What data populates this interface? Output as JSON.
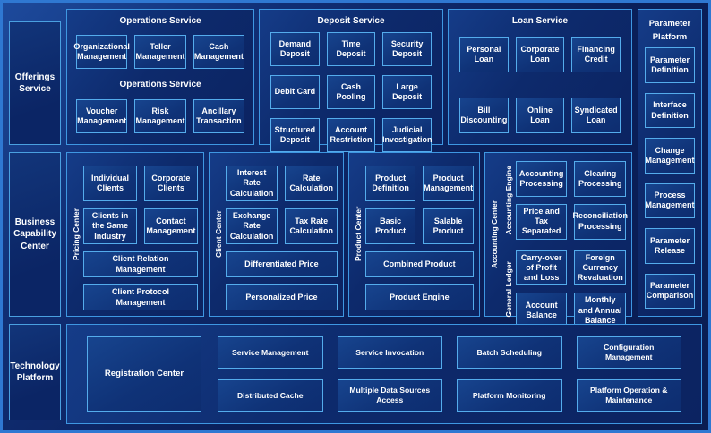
{
  "left_rail": {
    "offerings": "Offerings Service",
    "business": "Business Capability Center",
    "technology": "Technology Platform"
  },
  "top_band": {
    "operations": {
      "title": "Operations Service",
      "mid_label": "Operations Service",
      "row1": [
        "Organizational Management",
        "Teller Management",
        "Cash Management"
      ],
      "row2": [
        "Voucher Management",
        "Risk Management",
        "Ancillary Transaction"
      ]
    },
    "deposit": {
      "title": "Deposit Service",
      "items": [
        "Demand Deposit",
        "Time Deposit",
        "Security Deposit",
        "Debit Card",
        "Cash Pooling",
        "Large Deposit",
        "Structured Deposit",
        "Account Restriction",
        "Judicial Investigation"
      ]
    },
    "loan": {
      "title": "Loan Service",
      "row1": [
        "Personal Loan",
        "Corporate Loan",
        "Financing Credit"
      ],
      "row2": [
        "Bill Discounting",
        "Online Loan",
        "Syndicated Loan"
      ]
    }
  },
  "parameter_platform": {
    "title": "Parameter Platform",
    "items": [
      "Parameter Definition",
      "Interface Definition",
      "Change Management",
      "Process Management",
      "Parameter Release",
      "Parameter Comparison"
    ]
  },
  "middle_band": {
    "pricing_center": {
      "label": "Pricing Center",
      "small": [
        "Individual Clients",
        "Corporate Clients",
        "Clients in the Same Industry",
        "Contact Management"
      ],
      "wide": [
        "Client Relation Management",
        "Client Protocol Management"
      ]
    },
    "client_center": {
      "label": "Client Center",
      "small": [
        "Interest Rate Calculation",
        "Rate Calculation",
        "Exchange Rate Calculation",
        "Tax Rate Calculation"
      ],
      "wide": [
        "Differentiated Price",
        "Personalized Price"
      ]
    },
    "product_center": {
      "label": "Product Center",
      "small": [
        "Product Definition",
        "Product Management",
        "Basic Product",
        "Salable Product"
      ],
      "wide": [
        "Combined Product",
        "Product Engine"
      ]
    },
    "accounting_center": {
      "label": "Accounting Center",
      "groups": [
        {
          "label": "Accounting Engine",
          "items": [
            "Accounting Processing",
            "Clearing Processing",
            "Price and Tax Separated",
            "Reconciliation Processing"
          ]
        },
        {
          "label": "General Ledger",
          "items": [
            "Carry-over of Profit and Loss",
            "Foreign Currency Revaluation",
            "Account Balance",
            "Monthly and Annual Balance"
          ]
        }
      ]
    }
  },
  "bottom_band": {
    "registration": "Registration Center",
    "row1": [
      "Service Management",
      "Service Invocation",
      "Batch Scheduling",
      "Configuration Management"
    ],
    "row2": [
      "Distributed Cache",
      "Multiple Data Sources Access",
      "Platform Monitoring",
      "Platform Operation & Maintenance"
    ]
  },
  "colors": {
    "frame": "#2f78d2",
    "background": "#0a1d55",
    "panel_border": "#3e97e2",
    "box_border": "#54acec",
    "box_fill": "#103478",
    "text": "#ffffff"
  }
}
